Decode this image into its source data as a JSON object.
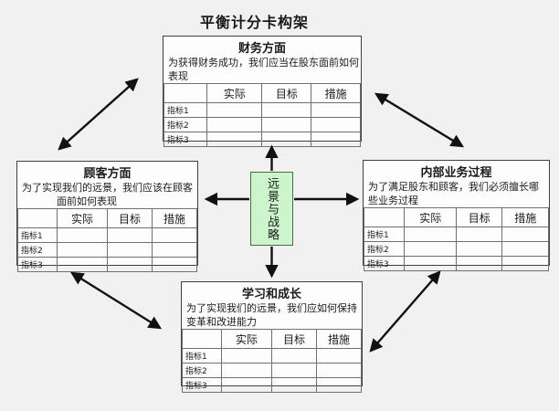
{
  "title": "平衡计分卡构架",
  "colors": {
    "bg": "#f1f1f1",
    "box-bg": "#fdfdfd",
    "box-border": "#404040",
    "table-line": "#707070",
    "center-fill": "#ccf5cc",
    "center-border": "#4a6b4a",
    "arrow": "#111111",
    "text": "#1a1a1a"
  },
  "center": {
    "label": "远景与战略"
  },
  "table": {
    "headers": [
      "实际",
      "目标",
      "措施"
    ],
    "rows": [
      "指标1",
      "指标2",
      "指标3"
    ]
  },
  "boxes": {
    "financial": {
      "title": "财务方面",
      "desc_lines": [
        "为获得财务成功，我们应当在股东面前如何",
        "表现"
      ]
    },
    "customer": {
      "title": "顾客方面",
      "desc_lines": [
        "为了实现我们的远景，我们应该在顾客",
        "面前如何表现"
      ]
    },
    "internal": {
      "title": "内部业务过程",
      "desc_lines": [
        "为了满足股东和顾客，我们必须擅长哪",
        "些业务过程"
      ]
    },
    "learning": {
      "title": "学习和成长",
      "desc_lines": [
        "为了实现我们的远景，我们应如何保持",
        "变革和改进能力"
      ]
    }
  }
}
